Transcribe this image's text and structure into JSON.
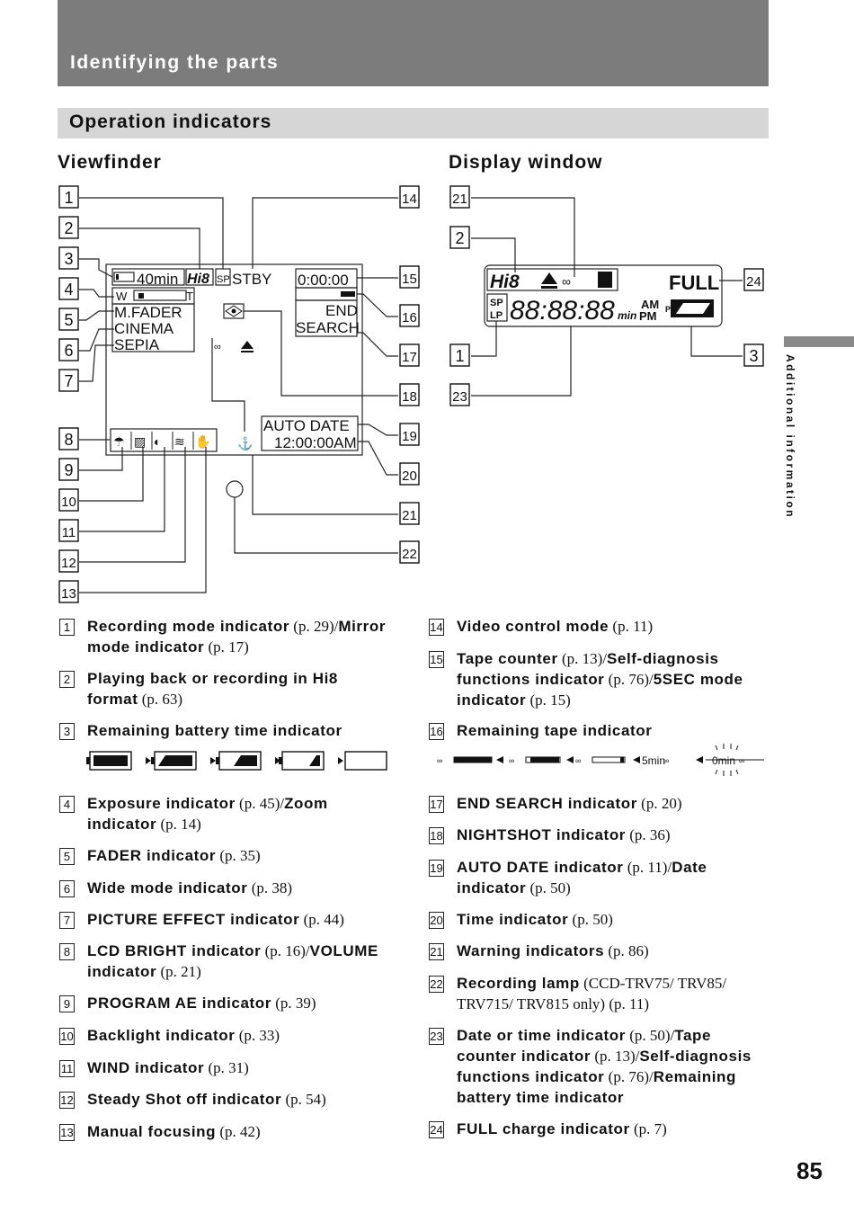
{
  "header": {
    "title": "Identifying the parts"
  },
  "subheader": {
    "title": "Operation indicators"
  },
  "sections": {
    "viewfinder": "Viewfinder",
    "display_window": "Display window"
  },
  "side_label": "Additional information",
  "page_number": "85",
  "viewfinder_screen": {
    "battery_min": "40min",
    "hi8": "Hi8",
    "sp": "SP",
    "stby": "STBY",
    "counter": "0:00:00",
    "w": "W",
    "t": "T",
    "fader": "M.FADER",
    "cinema": "CINEMA",
    "sepia": "SEPIA",
    "end": "END",
    "search": "SEARCH",
    "auto_date": "AUTO DATE",
    "time": "12:00:00AM"
  },
  "display_screen": {
    "hi8": "Hi8",
    "full": "FULL",
    "sp": "SP",
    "lp": "LP",
    "digits": "88:88:88",
    "min": "min",
    "am": "AM",
    "pm": "PM",
    "p": "P"
  },
  "callouts": [
    "1",
    "2",
    "3",
    "4",
    "5",
    "6",
    "7",
    "8",
    "9",
    "10",
    "11",
    "12",
    "13",
    "14",
    "15",
    "16",
    "17",
    "18",
    "19",
    "20",
    "21",
    "22",
    "21",
    "2",
    "1",
    "23",
    "24",
    "3"
  ],
  "tape_indicator": {
    "five_min": "5min",
    "zero_min": "0min"
  },
  "items_left": [
    {
      "num": "1",
      "segs": [
        [
          "b",
          "Recording mode indicator"
        ],
        [
          "p",
          " (p. 29)/"
        ],
        [
          "b",
          "Mirror mode indicator"
        ],
        [
          "p",
          " (p. 17)"
        ]
      ]
    },
    {
      "num": "2",
      "segs": [
        [
          "b",
          "Playing back or recording in Hi8 format"
        ],
        [
          "p",
          "  (p. 63)"
        ]
      ]
    },
    {
      "num": "3",
      "segs": [
        [
          "b",
          "Remaining battery time indicator"
        ]
      ]
    },
    {
      "num": "4",
      "segs": [
        [
          "b",
          "Exposure indicator"
        ],
        [
          "p",
          " (p. 45)/"
        ],
        [
          "b",
          "Zoom indicator"
        ],
        [
          "p",
          " (p. 14)"
        ]
      ]
    },
    {
      "num": "5",
      "segs": [
        [
          "b",
          "FADER indicator"
        ],
        [
          "p",
          " (p. 35)"
        ]
      ]
    },
    {
      "num": "6",
      "segs": [
        [
          "b",
          "Wide mode indicator"
        ],
        [
          "p",
          " (p. 38)"
        ]
      ]
    },
    {
      "num": "7",
      "segs": [
        [
          "b",
          "PICTURE EFFECT indicator"
        ],
        [
          "p",
          " (p. 44)"
        ]
      ]
    },
    {
      "num": "8",
      "segs": [
        [
          "b",
          "LCD BRIGHT indicator"
        ],
        [
          "p",
          " (p. 16)/"
        ],
        [
          "b",
          "VOLUME indicator"
        ],
        [
          "p",
          " (p. 21)"
        ]
      ]
    },
    {
      "num": "9",
      "segs": [
        [
          "b",
          "PROGRAM AE indicator"
        ],
        [
          "p",
          " (p. 39)"
        ]
      ]
    },
    {
      "num": "10",
      "segs": [
        [
          "b",
          "Backlight indicator"
        ],
        [
          "p",
          " (p. 33)"
        ]
      ]
    },
    {
      "num": "11",
      "segs": [
        [
          "b",
          "WIND indicator"
        ],
        [
          "p",
          " (p. 31)"
        ]
      ]
    },
    {
      "num": "12",
      "segs": [
        [
          "b",
          "Steady Shot off indicator"
        ],
        [
          "p",
          " (p. 54)"
        ]
      ]
    },
    {
      "num": "13",
      "segs": [
        [
          "b",
          "Manual focusing"
        ],
        [
          "p",
          " (p. 42)"
        ]
      ]
    }
  ],
  "items_right": [
    {
      "num": "14",
      "segs": [
        [
          "b",
          "Video control mode"
        ],
        [
          "p",
          " (p. 11)"
        ]
      ]
    },
    {
      "num": "15",
      "segs": [
        [
          "b",
          "Tape counter"
        ],
        [
          "p",
          " (p. 13)/"
        ],
        [
          "b",
          "Self-diagnosis functions indicator"
        ],
        [
          "p",
          " (p. 76)/"
        ],
        [
          "b",
          "5SEC mode indicator"
        ],
        [
          "p",
          " (p. 15)"
        ]
      ]
    },
    {
      "num": "16",
      "segs": [
        [
          "b",
          "Remaining tape indicator"
        ]
      ]
    },
    {
      "num": "17",
      "segs": [
        [
          "b",
          "END SEARCH indicator"
        ],
        [
          "p",
          " (p. 20)"
        ]
      ]
    },
    {
      "num": "18",
      "segs": [
        [
          "b",
          "NIGHTSHOT indicator"
        ],
        [
          "p",
          " (p. 36)"
        ]
      ]
    },
    {
      "num": "19",
      "segs": [
        [
          "b",
          "AUTO DATE indicator"
        ],
        [
          "p",
          " (p. 11)/"
        ],
        [
          "b",
          "Date indicator"
        ],
        [
          "p",
          " (p. 50)"
        ]
      ]
    },
    {
      "num": "20",
      "segs": [
        [
          "b",
          "Time indicator"
        ],
        [
          "p",
          " (p. 50)"
        ]
      ]
    },
    {
      "num": "21",
      "segs": [
        [
          "b",
          "Warning indicators"
        ],
        [
          "p",
          " (p. 86)"
        ]
      ]
    },
    {
      "num": "22",
      "segs": [
        [
          "b",
          "Recording lamp"
        ],
        [
          "p",
          " (CCD-TRV75/ TRV85/ TRV715/ TRV815 only) (p. 11)"
        ]
      ]
    },
    {
      "num": "23",
      "segs": [
        [
          "b",
          "Date or time indicator"
        ],
        [
          "p",
          " (p. 50)/"
        ],
        [
          "b",
          "Tape counter indicator"
        ],
        [
          "p",
          " (p. 13)/"
        ],
        [
          "b",
          "Self-diagnosis functions indicator"
        ],
        [
          "p",
          " (p. 76)/"
        ],
        [
          "b",
          "Remaining battery time indicator"
        ]
      ]
    },
    {
      "num": "24",
      "segs": [
        [
          "b",
          "FULL charge indicator"
        ],
        [
          "p",
          " (p. 7)"
        ]
      ]
    }
  ]
}
